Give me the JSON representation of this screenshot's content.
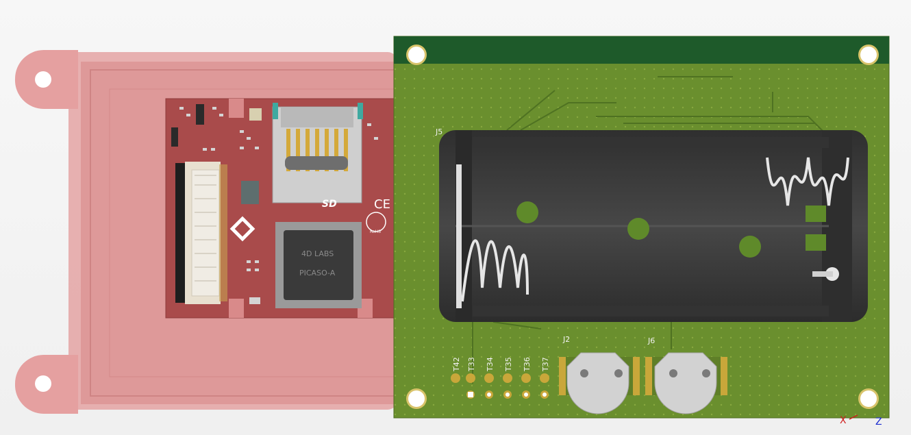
{
  "app": {
    "title": "PCB 3D View"
  },
  "colors": {
    "background": "#f4f4f4",
    "enclosure": "#d98a8a",
    "pcb_green": "#6a8f2e",
    "pcb_dark": "#1e5a2a",
    "battery": "#3e3e3e",
    "pad_gold": "#c9a73a"
  },
  "display_module": {
    "chip_line1": "4D LABS",
    "chip_line2": "PICASO-A",
    "sd_logo": "SD",
    "ce_mark": "CE",
    "rohs": "RoHS"
  },
  "pcb": {
    "battery_ref": "J5",
    "coin_cells": [
      {
        "label": "J2"
      },
      {
        "label": "J6"
      }
    ],
    "test_points": [
      {
        "label": "T42"
      },
      {
        "label": "T33"
      },
      {
        "label": "T34"
      },
      {
        "label": "T35"
      },
      {
        "label": "T36"
      },
      {
        "label": "T37"
      }
    ]
  },
  "axes": {
    "x": "X",
    "z": "Z"
  }
}
